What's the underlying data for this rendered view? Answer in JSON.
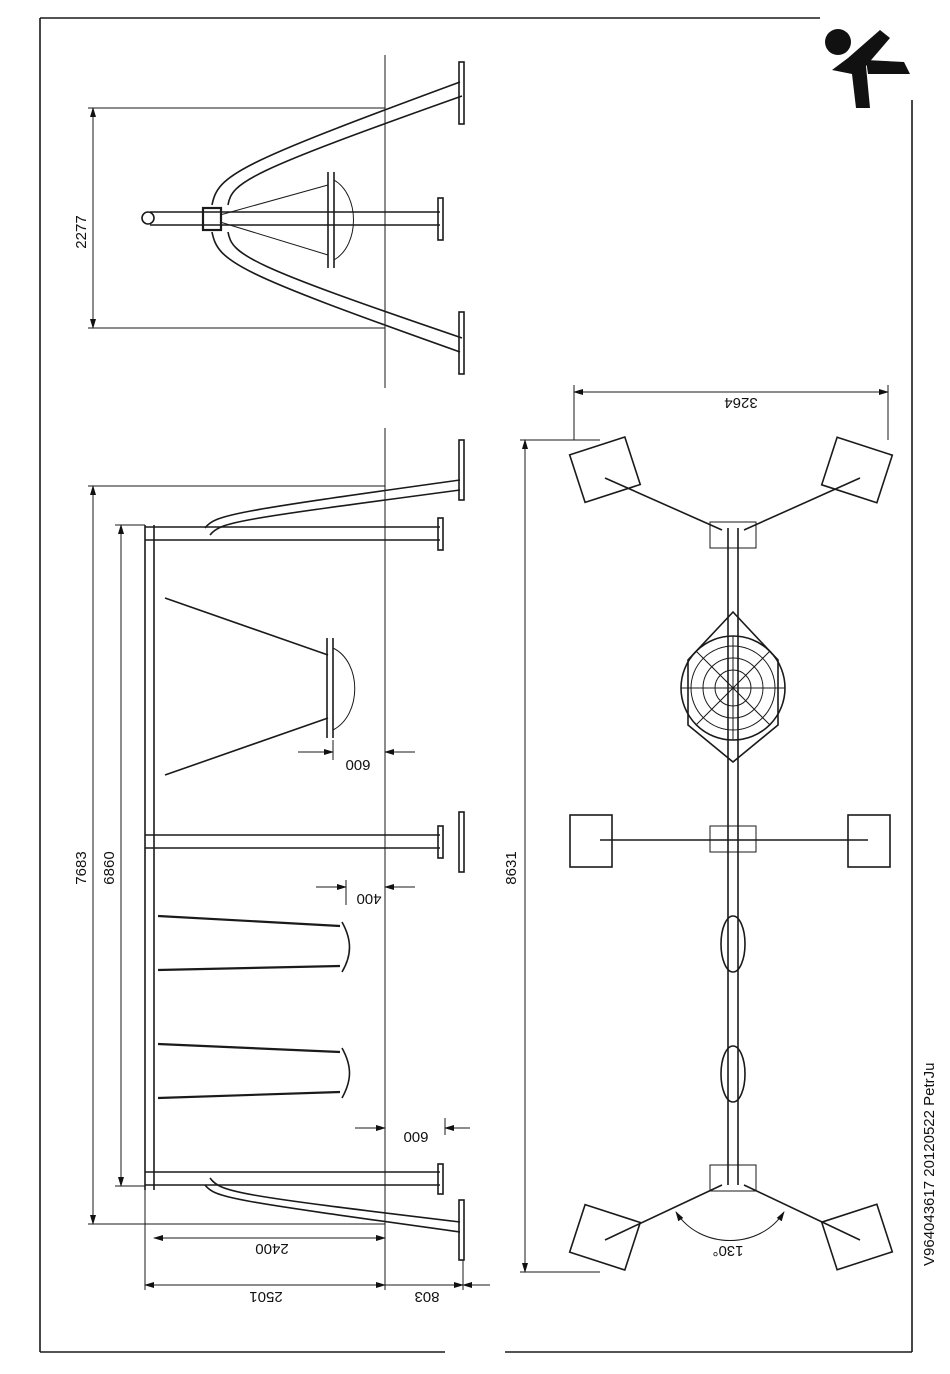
{
  "drawing": {
    "stamp": "V964043617 20120522 PetrJu",
    "logo": "jumping-figure-logo",
    "dimensions": {
      "top_view_width": "2277",
      "side_total": "7683",
      "side_inner": "6860",
      "nest_offset": "600",
      "swing_offset": "400",
      "swing_offset_2": "600",
      "base_span": "2400",
      "base_total": "2501",
      "end_offset": "803",
      "plan_length": "8631",
      "plan_width": "3264",
      "angle": "130°"
    }
  }
}
